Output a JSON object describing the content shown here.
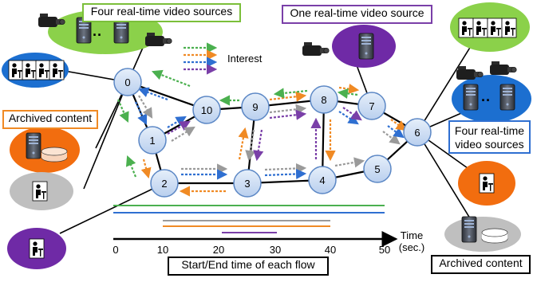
{
  "callouts": {
    "four_sources_left": "Four real-time video sources",
    "one_source": "One real-time video source",
    "archived_left": "Archived content",
    "four_sources_right_line1": "Four real-time",
    "four_sources_right_line2": "video sources",
    "archived_right": "Archived content"
  },
  "legend": {
    "interest": "Interest"
  },
  "nodes": [
    "0",
    "1",
    "2",
    "3",
    "4",
    "5",
    "6",
    "7",
    "8",
    "9",
    "10"
  ],
  "timeline": {
    "axis_label_line1": "Time",
    "axis_label_line2": "(sec.)",
    "ticks": [
      "0",
      "10",
      "20",
      "30",
      "40",
      "50"
    ],
    "caption": "Start/End time of each flow"
  },
  "colors": {
    "node_fill": "#cfe0f5",
    "node_stroke": "#5b87c5",
    "green": "#4bb04f",
    "orange": "#f08a24",
    "purple": "#7a3fa8",
    "blue": "#2f6fd1",
    "gray": "#9a9a9a",
    "lime_cluster": "#8bd14a",
    "blue_cluster": "#1c6fd0",
    "orange_cluster": "#f26d0f",
    "gray_cluster": "#bfbfbf",
    "purple_cluster": "#6f2aa6"
  },
  "icons": [
    "video-camera-icon",
    "server-icon",
    "user-at-desk-icon",
    "disk-storage-icon"
  ]
}
